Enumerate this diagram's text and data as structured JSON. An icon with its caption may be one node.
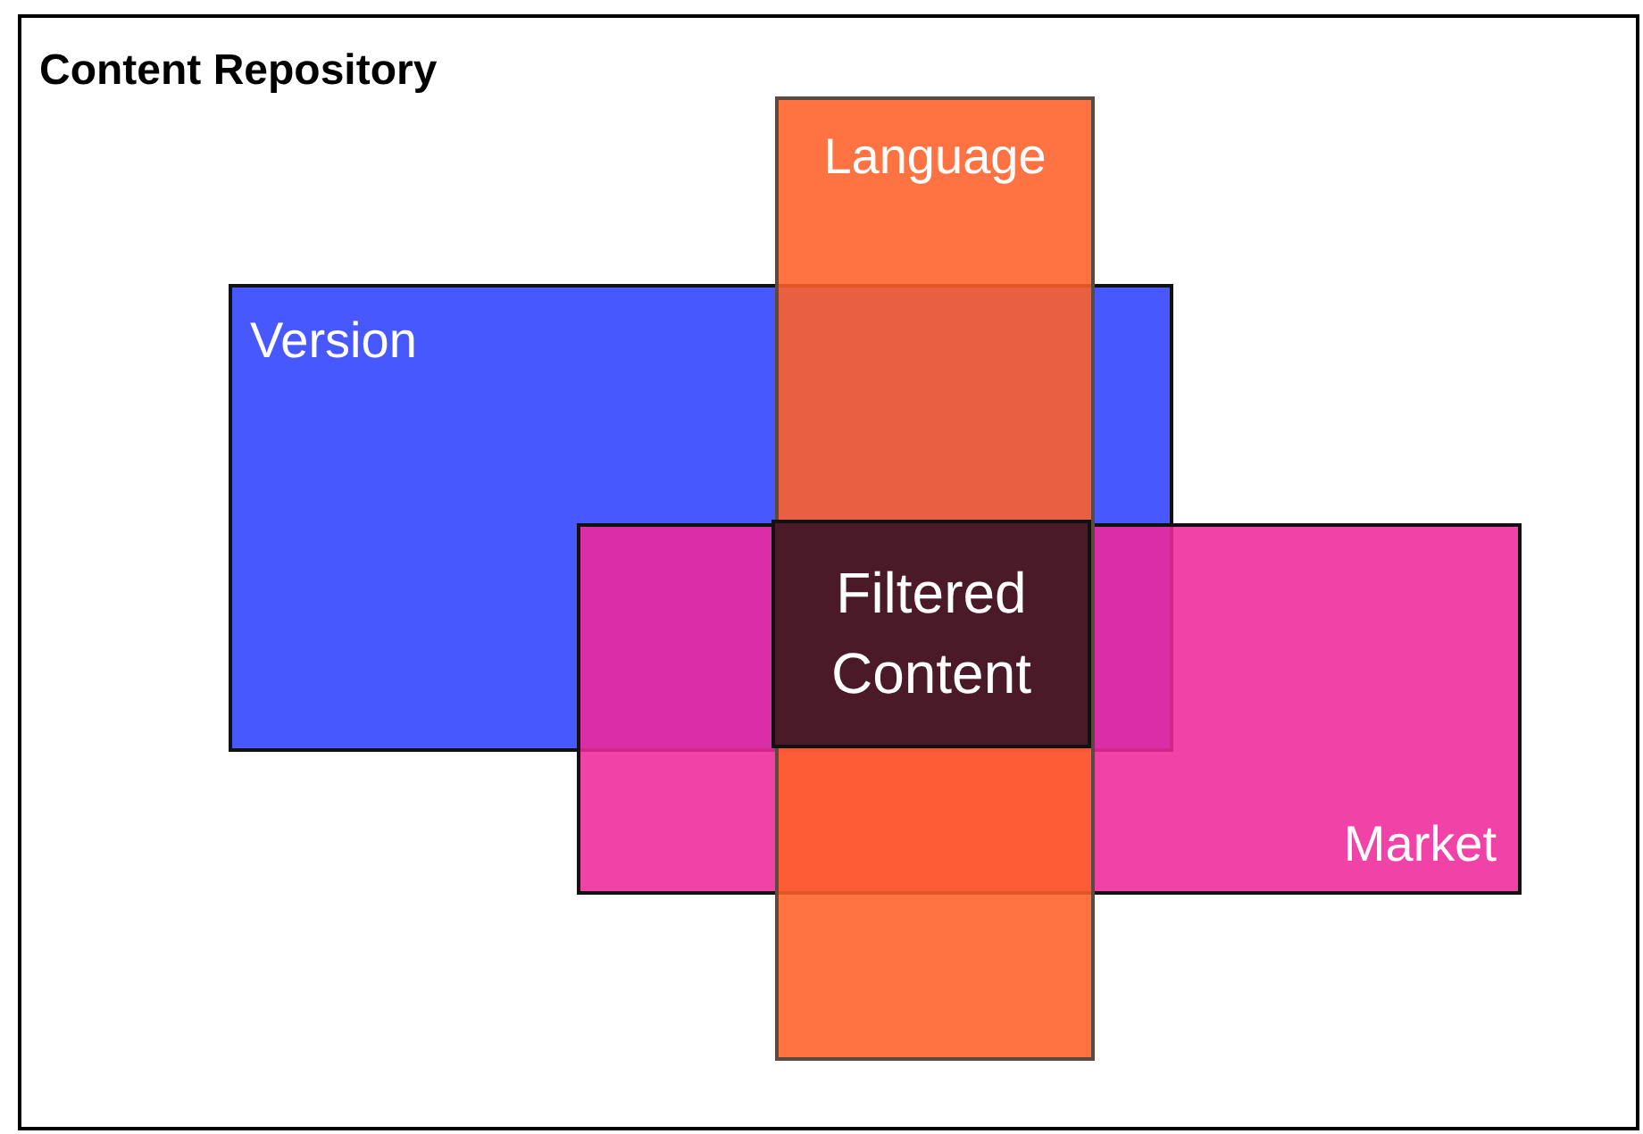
{
  "diagram": {
    "nodes": [
      {
        "text": [
          "Content Repository"
        ]
      },
      {
        "text": [
          "Language"
        ],
        "in": 0
      },
      {
        "text": [
          "Version"
        ],
        "in": 0
      },
      {
        "text": [
          "Market"
        ],
        "in": 0
      },
      {
        "text": [
          "Filtered Content"
        ]
      }
    ]
  }
}
